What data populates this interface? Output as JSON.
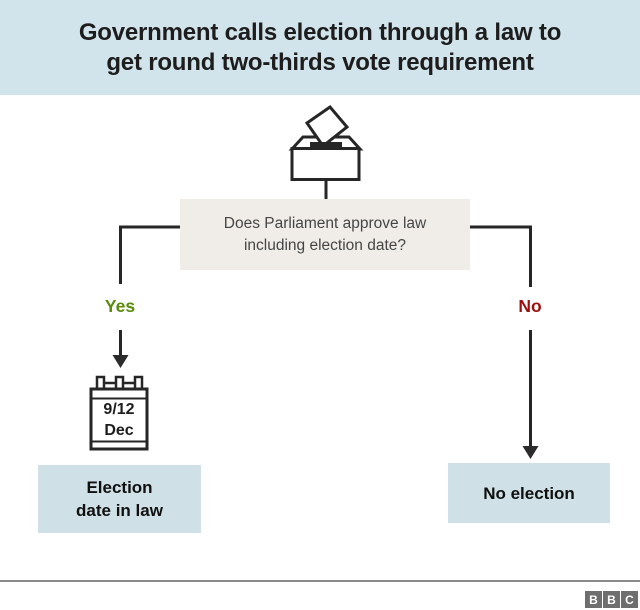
{
  "header": {
    "title_line1": "Government calls election through a law to",
    "title_line2": "get round two-thirds vote requirement"
  },
  "flowchart": {
    "ballot_box_icon": "ballot-box-icon",
    "calendar_icon": "calendar-icon",
    "question_line1": "Does Parliament approve law",
    "question_line2": "including election date?",
    "yes_label": "Yes",
    "no_label": "No",
    "calendar_date_line1": "9/12",
    "calendar_date_line2": "Dec",
    "outcome_yes_line1": "Election",
    "outcome_yes_line2": "date in law",
    "outcome_no": "No election"
  },
  "colors": {
    "header_bg": "#d2e4eb",
    "question_box_bg": "#f0ede8",
    "outcome_box_bg": "#cfe0e6",
    "yes_green": "#588c0c",
    "no_red": "#9e0e0e",
    "line_dark": "#262626",
    "footer_rule_gray": "#8a8a8a",
    "bbc_logo_gray": "#6e6e6e"
  },
  "footer": {
    "bbc_letters": [
      "B",
      "B",
      "C"
    ]
  }
}
